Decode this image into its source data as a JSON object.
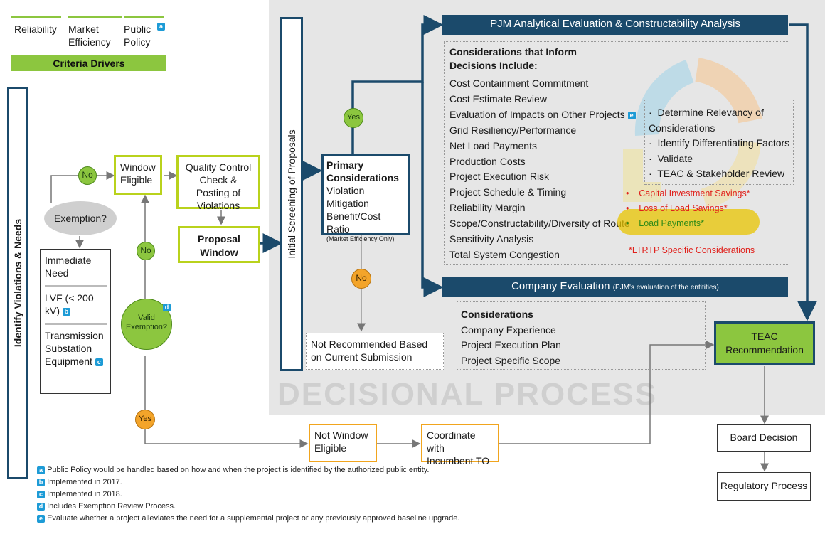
{
  "criteria": {
    "reliability": "Reliability",
    "market_efficiency": "Market Efficiency",
    "public_policy": "Public Policy",
    "public_policy_badge": "a",
    "drivers_label": "Criteria Drivers"
  },
  "left_bar": "Identify Violations & Needs",
  "exemption": "Exemption?",
  "no1": "No",
  "no2": "No",
  "no3": "No",
  "yes1": "Yes",
  "yes2": "Yes",
  "window_eligible": "Window Eligible",
  "qc_check": "Quality Control Check & Posting of Violations",
  "proposal_window": "Proposal Window",
  "immediate_need": "Immediate Need",
  "lvf": "LVF (< 200 kV)",
  "lvf_badge": "b",
  "transmission": "Transmission Substation Equipment",
  "transmission_badge": "c",
  "valid_exemption": "Valid Exemption?",
  "valid_badge": "d",
  "initial_screening": "Initial Screening of Proposals",
  "primary": {
    "title": "Primary Considerations",
    "line1": "Violation Mitigation",
    "line2": "Benefit/Cost Ratio",
    "line3": "(Market Efficiency Only)"
  },
  "not_recommended": "Not Recommended Based on Current Submission",
  "pjm_header": "PJM Analytical Evaluation & Constructability Analysis",
  "considerations_title": "Considerations that Inform Decisions Include:",
  "considerations": [
    "Cost Containment Commitment",
    "Cost Estimate Review",
    "Evaluation of Impacts on Other Projects",
    "Grid Resiliency/Performance",
    "Net Load Payments",
    "Production Costs",
    "Project Execution Risk",
    "Project Schedule & Timing",
    "Reliability Margin",
    "Scope/Constructability/Diversity of Route",
    "Sensitivity Analysis",
    "Total System Congestion"
  ],
  "impacts_badge": "e",
  "bullets": [
    "Determine Relevancy of Considerations",
    "Identify Differentiating Factors",
    "Validate",
    "TEAC & Stakeholder Review"
  ],
  "ltrtp": [
    "Capital Investment Savings*",
    "Loss of Load Savings*",
    "Load Payments*"
  ],
  "ltrtp_note": "*LTRTP Specific Considerations",
  "company_header": "Company Evaluation",
  "company_header_sub": "(PJM's evaluation of the entitities)",
  "company_considerations_title": "Considerations",
  "company_considerations": [
    "Company Experience",
    "Project Execution Plan",
    "Project Specific Scope"
  ],
  "decisional_process": "DECISIONAL PROCESS",
  "teac": "TEAC Recommendation",
  "not_window_eligible": "Not Window Eligible",
  "coordinate": "Coordinate with Incumbent TO",
  "board_decision": "Board Decision",
  "regulatory": "Regulatory Process",
  "footnotes": [
    {
      "badge": "a",
      "text": "Public Policy would be handled based on how and when the project is identified by the authorized public entity."
    },
    {
      "badge": "b",
      "text": "Implemented in 2017."
    },
    {
      "badge": "c",
      "text": "Implemented in 2018."
    },
    {
      "badge": "d",
      "text": "Includes Exemption Review Process."
    },
    {
      "badge": "e",
      "text": "Evaluate whether a project alleviates the need for a supplemental project or any previously approved baseline upgrade."
    }
  ],
  "colors": {
    "navy": "#1b4a6b",
    "lime": "#b9d21c",
    "orange": "#f1a51e",
    "badge_blue": "#1d9bd6",
    "ltrtp_red": "#e0201b",
    "highlight": "#e8c400"
  }
}
